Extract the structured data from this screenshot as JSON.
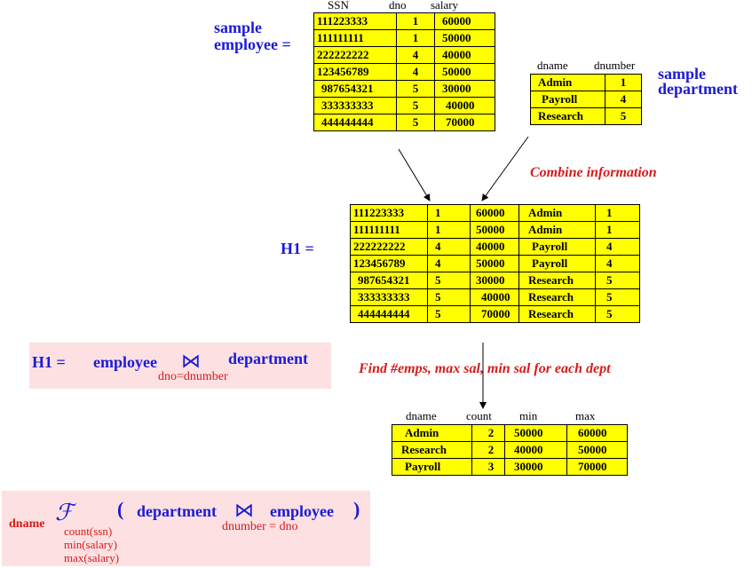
{
  "employee_label": {
    "line1": "sample",
    "line2": "employee ="
  },
  "employee_headers": [
    "SSN",
    "dno",
    "salary"
  ],
  "employee_rows": [
    [
      "111223333",
      "1",
      "60000"
    ],
    [
      "111111111",
      "1",
      "50000"
    ],
    [
      "222222222",
      "4",
      "40000"
    ],
    [
      "123456789",
      "4",
      "50000"
    ],
    [
      "987654321",
      "5",
      "30000"
    ],
    [
      "333333333",
      "5",
      "40000"
    ],
    [
      "444444444",
      "5",
      "70000"
    ]
  ],
  "department_label": {
    "line1": "sample",
    "line2": "department"
  },
  "department_headers": [
    "dname",
    "dnumber"
  ],
  "department_rows": [
    [
      "Admin",
      "1"
    ],
    [
      "Payroll",
      "4"
    ],
    [
      "Research",
      "5"
    ]
  ],
  "combine_label": "Combine information",
  "h1_label": "H1 =",
  "h1_left_rows": [
    [
      "111223333",
      "1",
      "60000"
    ],
    [
      "111111111",
      "1",
      "50000"
    ],
    [
      "222222222",
      "4",
      "40000"
    ],
    [
      "123456789",
      "4",
      "50000"
    ],
    [
      "987654321",
      "5",
      "30000"
    ],
    [
      "333333333",
      "5",
      "40000"
    ],
    [
      "444444444",
      "5",
      "70000"
    ]
  ],
  "h1_right_rows": [
    [
      "Admin",
      "1"
    ],
    [
      "Admin",
      "1"
    ],
    [
      "Payroll",
      "4"
    ],
    [
      "Payroll",
      "4"
    ],
    [
      "Research",
      "5"
    ],
    [
      "Research",
      "5"
    ],
    [
      "Research",
      "5"
    ]
  ],
  "join_expr": {
    "lhs": "H1 =",
    "left": "employee",
    "symbol": "⋈",
    "right": "department",
    "condition": "dno=dnumber"
  },
  "find_label": "Find #emps, max sal, min sal for each dept",
  "result_headers": {
    "dname": "dname",
    "count": "count",
    "min": "min",
    "max": "max"
  },
  "result_left_rows": [
    [
      "Admin",
      "2"
    ],
    [
      "Research",
      "2"
    ],
    [
      "Payroll",
      "3"
    ]
  ],
  "result_right_rows": [
    [
      "50000",
      "60000"
    ],
    [
      "40000",
      "50000"
    ],
    [
      "30000",
      "70000"
    ]
  ],
  "agg_expr": {
    "group": "dname",
    "func": "ℱ",
    "open": "(",
    "left": "department",
    "symbol": "⋈",
    "right": "employee",
    "close": ")",
    "condition": "dnumber = dno",
    "aggs": [
      "count(ssn)",
      "min(salary)",
      "max(salary)"
    ]
  },
  "colors": {
    "table_fill": "#ffff00",
    "blue_text": "#1b1bd6",
    "red_text": "#d61b1b",
    "pink_box": "#fde0e2"
  }
}
